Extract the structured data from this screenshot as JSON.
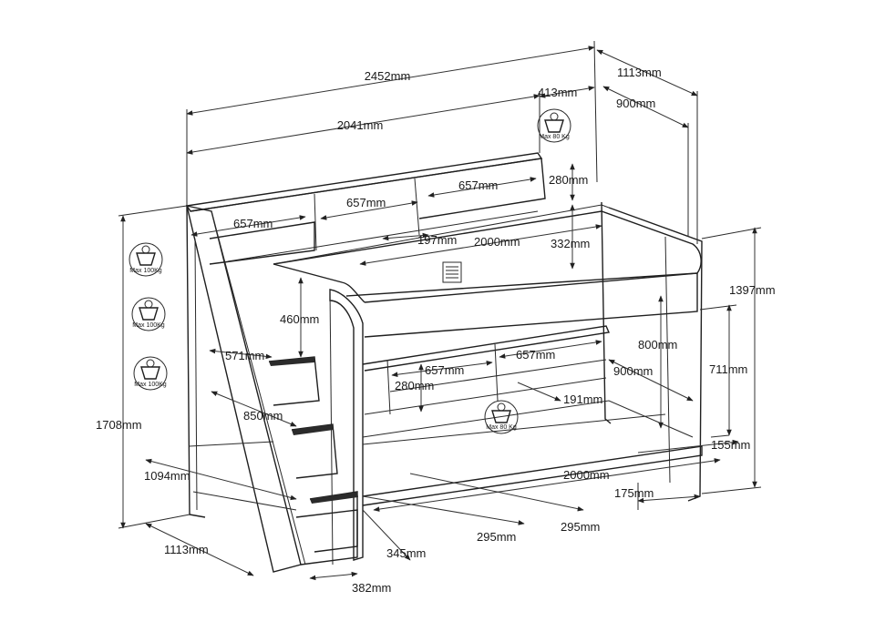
{
  "colors": {
    "line": "#1f1f1f",
    "background": "#ffffff"
  },
  "dimensions": {
    "total_length": "2452mm",
    "total_depth_top": "1113mm",
    "shelf_extension": "413mm",
    "bed_depth_top": "900mm",
    "bed_length_top": "2041mm",
    "shelf_height_top": "280mm",
    "top_compartment_1": "657mm",
    "top_compartment_2": "657mm",
    "top_compartment_3": "657mm",
    "top_gap": "197mm",
    "top_mattress_length": "2000mm",
    "guard_height": "332mm",
    "total_height_right": "1397mm",
    "total_height_left": "1708mm",
    "stair_rail_height": "460mm",
    "stair_depth_upper": "571mm",
    "clearance_height": "800mm",
    "lower_height": "711mm",
    "lower_compartment_1": "657mm",
    "lower_compartment_2": "657mm",
    "lower_shelf_height": "280mm",
    "lower_bed_depth": "900mm",
    "lower_side_gap": "191mm",
    "stair_width": "850mm",
    "stair_base_length": "1094mm",
    "lower_mattress_length": "2000mm",
    "lower_base_height": "155mm",
    "lower_leg_offset": "175mm",
    "depth_bottom": "1113mm",
    "drawer_offset_1": "295mm",
    "drawer_offset_2": "295mm",
    "step_depth": "345mm",
    "step_width": "382mm"
  },
  "weight_labels": {
    "top_bunk": "Max 80 Kg",
    "step_1": "Max 100Kg",
    "step_2": "Max 100Kg",
    "step_3": "Max 100Kg",
    "lower_bunk": "Max 80 Kg"
  }
}
